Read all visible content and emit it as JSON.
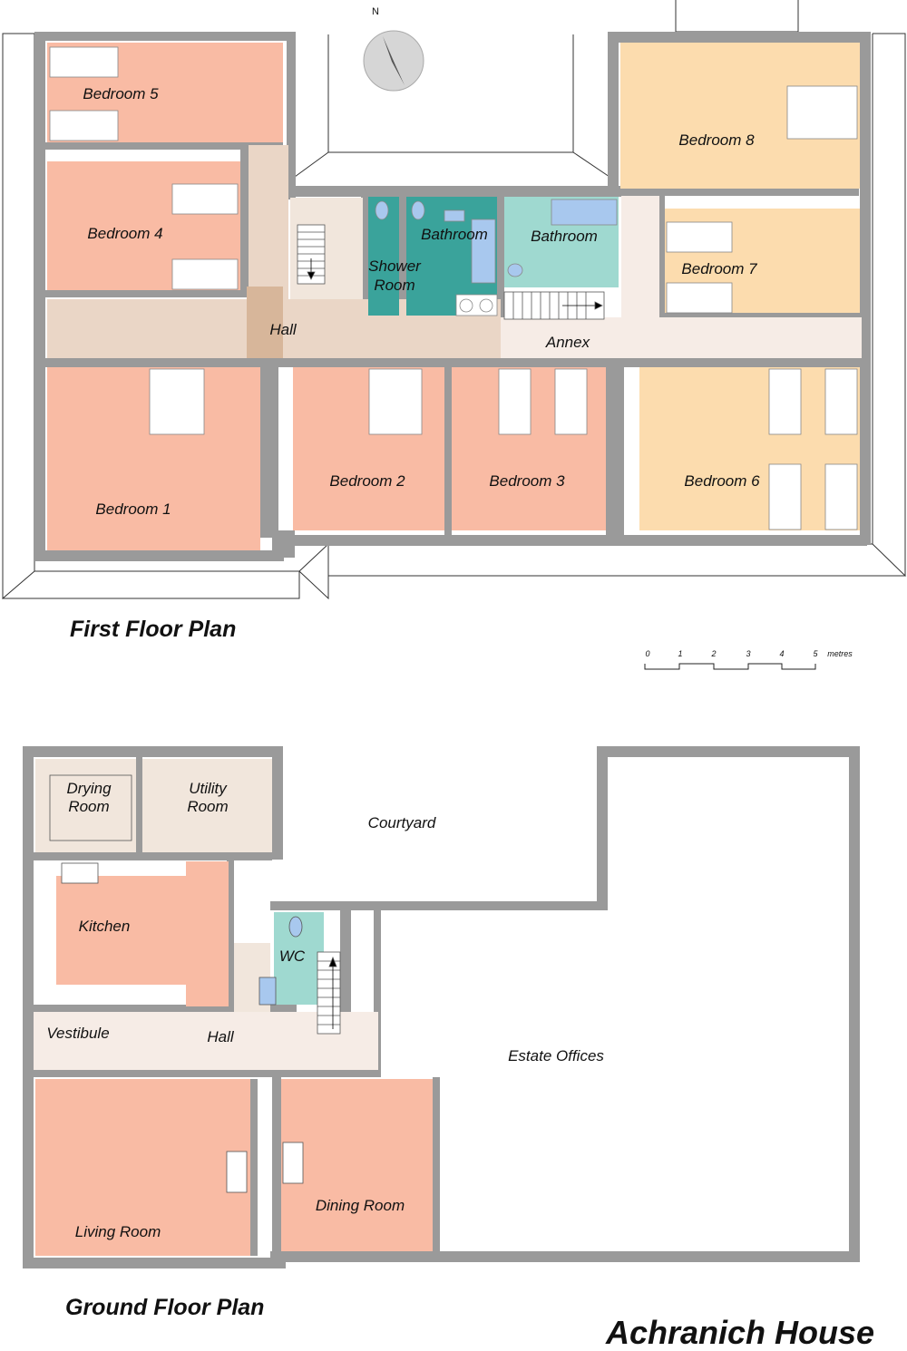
{
  "title": "Achranich House",
  "first_floor": {
    "title": "First Floor Plan",
    "compass": "N",
    "rooms": {
      "bedroom5": "Bedroom 5",
      "bedroom4": "Bedroom 4",
      "bedroom1": "Bedroom 1",
      "bedroom2": "Bedroom 2",
      "bedroom3": "Bedroom 3",
      "bedroom6": "Bedroom 6",
      "bedroom7": "Bedroom 7",
      "bedroom8": "Bedroom 8",
      "hall": "Hall",
      "annex": "Annex",
      "bathroom1": "Bathroom",
      "bathroom2": "Bathroom",
      "shower_line1": "Shower",
      "shower_line2": "Room"
    }
  },
  "scale_bar": {
    "ticks": [
      "0",
      "1",
      "2",
      "3",
      "4",
      "5"
    ],
    "unit": "metres"
  },
  "ground_floor": {
    "title": "Ground Floor Plan",
    "rooms": {
      "drying_line1": "Drying",
      "drying_line2": "Room",
      "utility_line1": "Utility",
      "utility_line2": "Room",
      "courtyard": "Courtyard",
      "kitchen": "Kitchen",
      "wc": "WC",
      "vestibule": "Vestibule",
      "hall": "Hall",
      "estate_offices": "Estate Offices",
      "living_room": "Living Room",
      "dining_room": "Dining Room"
    }
  },
  "colors": {
    "wall": "#9a9a9a",
    "bedroom": "#f9bba4",
    "bedroom_annex": "#fcdcae",
    "hall": "#ead6c6",
    "hall_dark": "#d7b69a",
    "annex_corridor": "#f6ece6",
    "bath_teal": "#3aa39b",
    "bath_light": "#9fd9d0",
    "fixture_blue": "#a8c8ee",
    "service_room": "#f1e6dc"
  }
}
